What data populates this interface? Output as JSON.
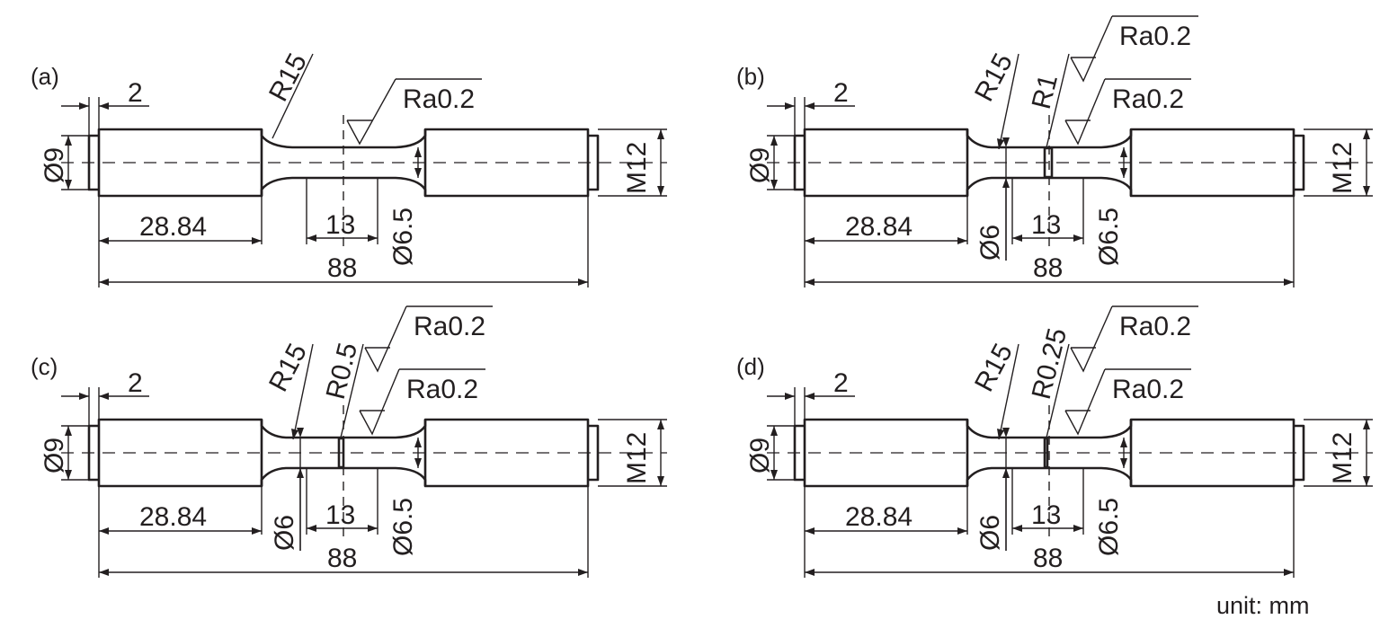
{
  "figure": {
    "unit": "unit: mm",
    "panels": [
      {
        "id": "a",
        "label": "(a)",
        "dims": {
          "step": "2",
          "end_dia": "Ø9",
          "shoulder": "28.84",
          "gauge": "13",
          "total": "88",
          "gauge_dia": "Ø6.5",
          "thread": "M12",
          "fillet": "R15"
        },
        "roughness": [
          "Ra0.2"
        ]
      },
      {
        "id": "b",
        "label": "(b)",
        "notch_radius": "R1",
        "dims": {
          "step": "2",
          "end_dia": "Ø9",
          "shoulder": "28.84",
          "notch_dia": "Ø6",
          "gauge": "13",
          "total": "88",
          "gauge_dia": "Ø6.5",
          "thread": "M12",
          "fillet": "R15"
        },
        "roughness": [
          "Ra0.2",
          "Ra0.2"
        ]
      },
      {
        "id": "c",
        "label": "(c)",
        "notch_radius": "R0.5",
        "dims": {
          "step": "2",
          "end_dia": "Ø9",
          "shoulder": "28.84",
          "notch_dia": "Ø6",
          "gauge": "13",
          "total": "88",
          "gauge_dia": "Ø6.5",
          "thread": "M12",
          "fillet": "R15"
        },
        "roughness": [
          "Ra0.2",
          "Ra0.2"
        ]
      },
      {
        "id": "d",
        "label": "(d)",
        "notch_radius": "R0.25",
        "dims": {
          "step": "2",
          "end_dia": "Ø9",
          "shoulder": "28.84",
          "notch_dia": "Ø6",
          "gauge": "13",
          "total": "88",
          "gauge_dia": "Ø6.5",
          "thread": "M12",
          "fillet": "R15"
        },
        "roughness": [
          "Ra0.2",
          "Ra0.2"
        ]
      }
    ]
  }
}
